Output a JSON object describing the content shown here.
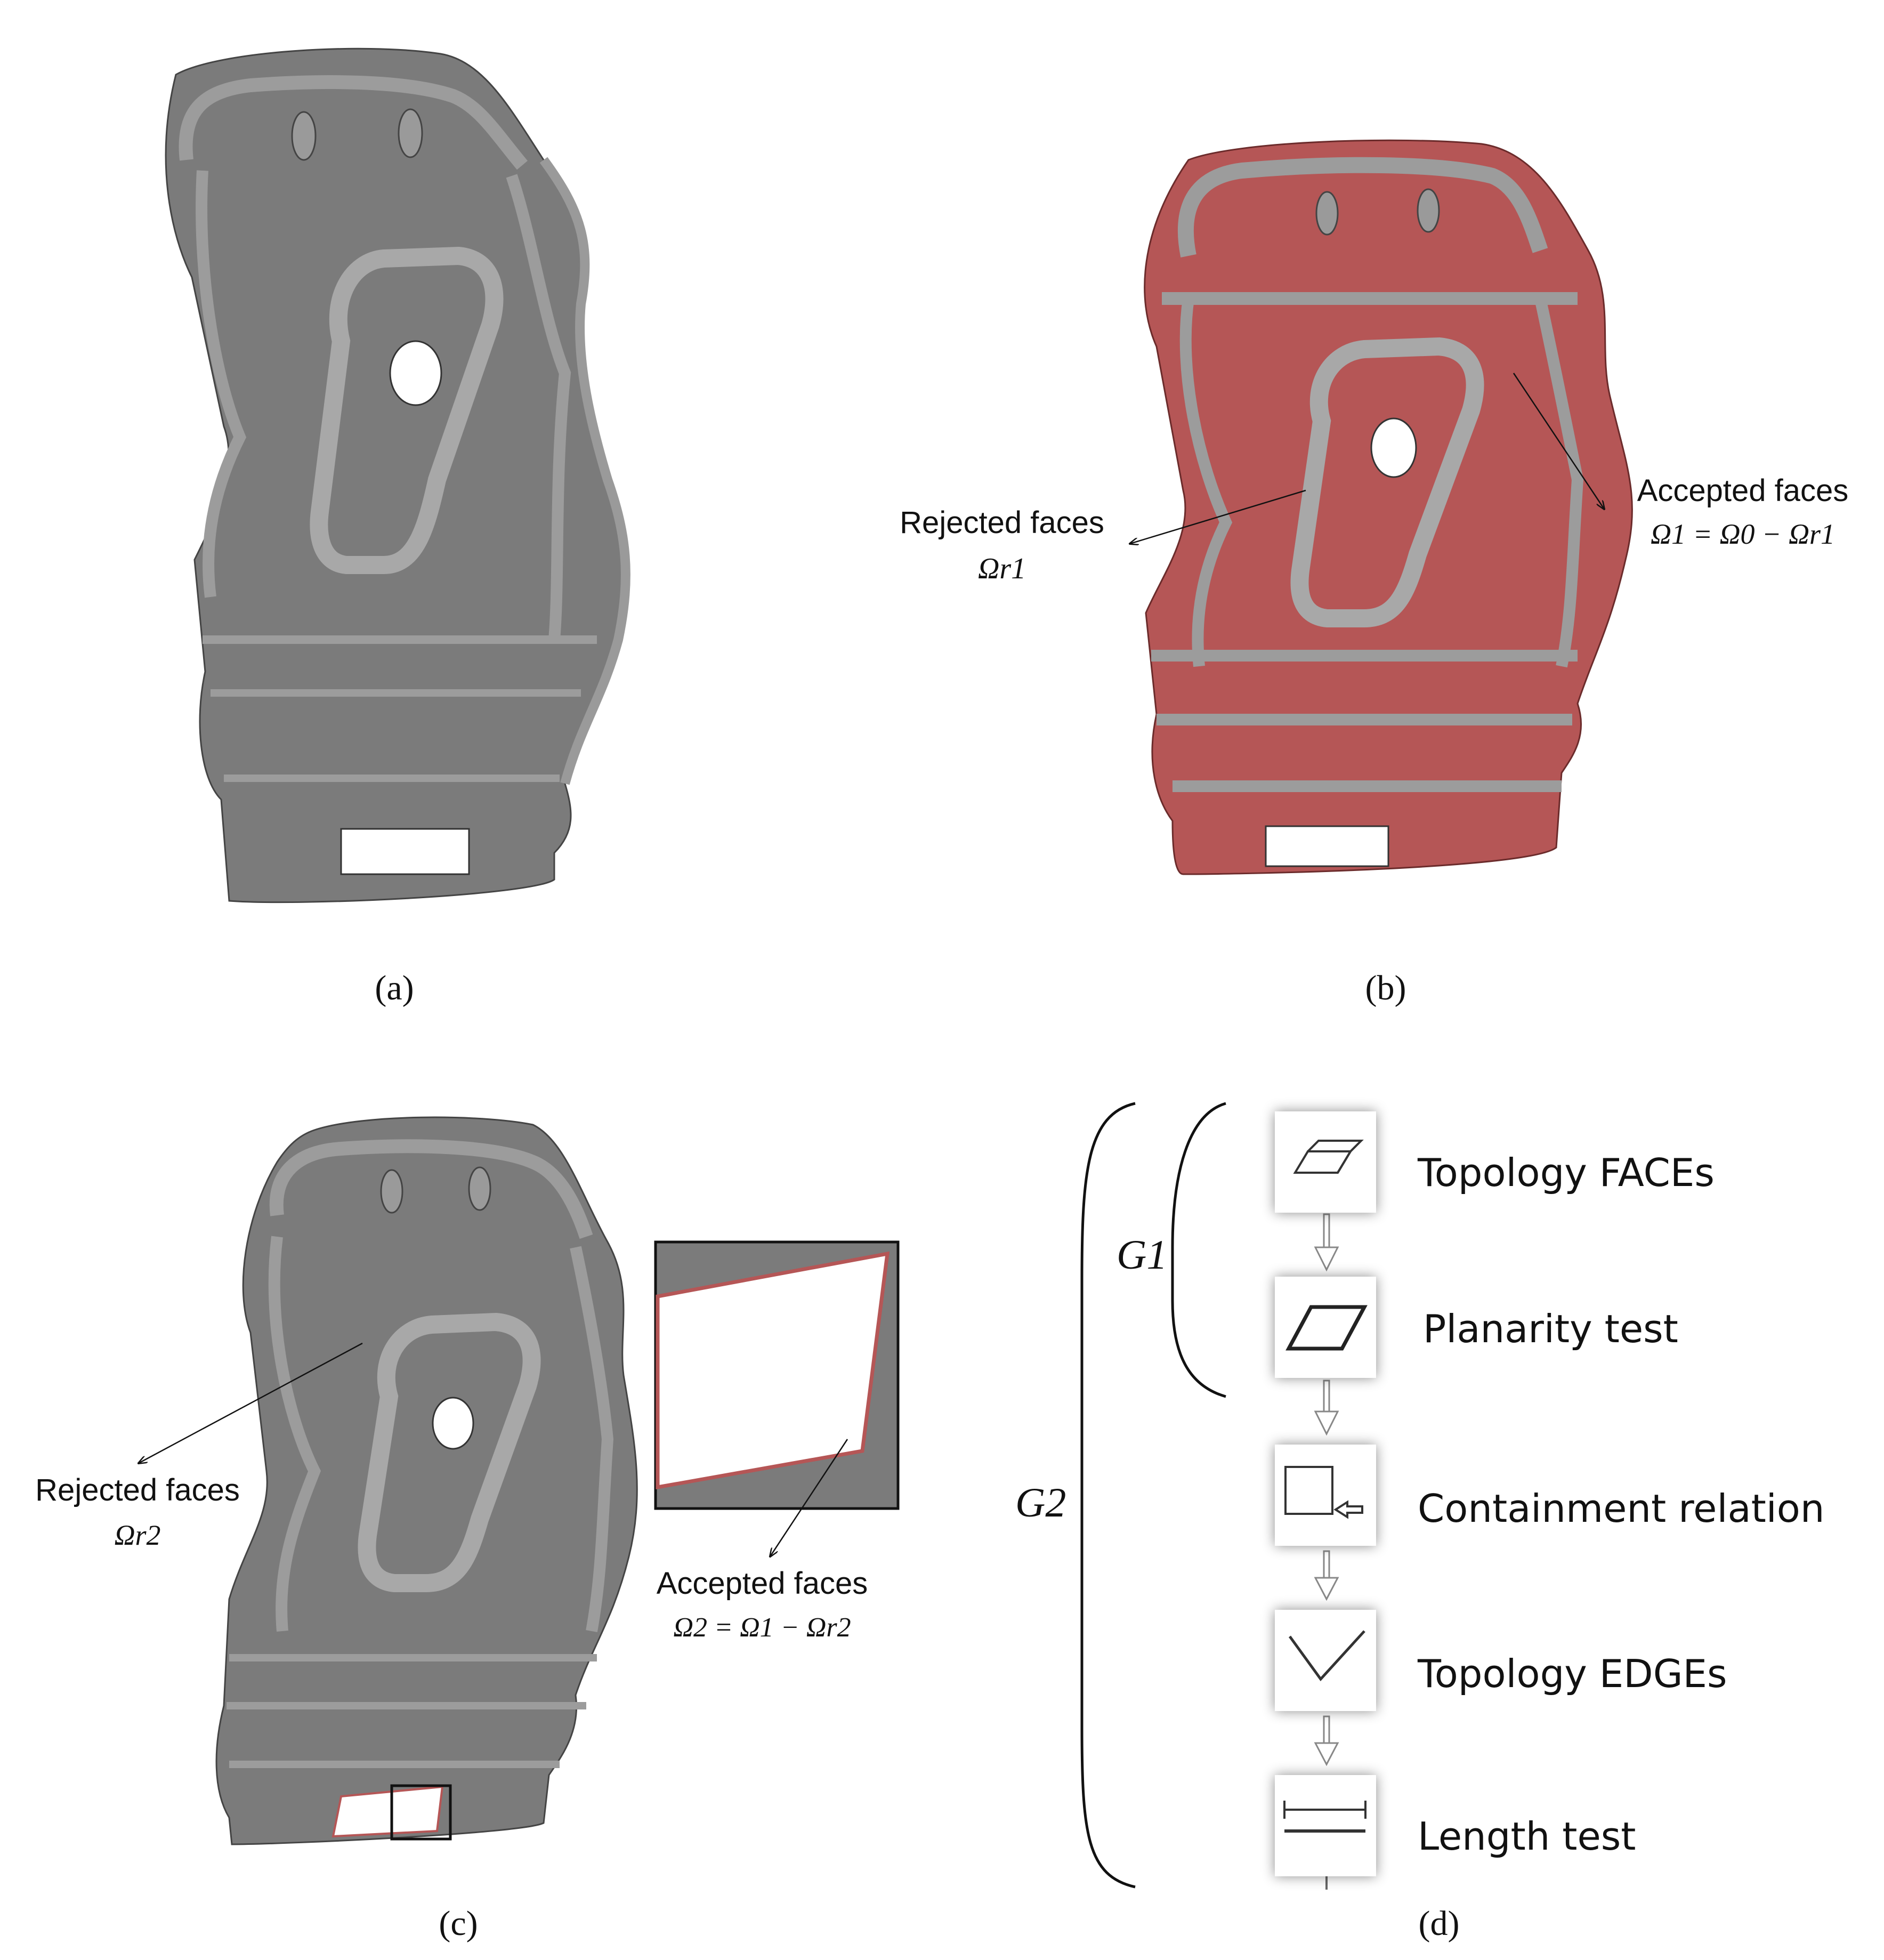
{
  "colors": {
    "part_gray": "#7b7b7b",
    "part_gray_dark": "#5f5f5f",
    "accepted_red": "#b55656",
    "edge_line": "#333333"
  },
  "panels": {
    "a": {
      "caption": "(a)"
    },
    "b": {
      "caption": "(b)",
      "rejected_label": "Rejected faces",
      "rejected_symbol": "Ωr1",
      "accepted_label": "Accepted faces",
      "accepted_formula": "Ω1 = Ω0 − Ωr1"
    },
    "c": {
      "caption": "(c)",
      "rejected_label": "Rejected faces",
      "rejected_symbol": "Ωr2",
      "accepted_label": "Accepted faces",
      "accepted_formula": "Ω2 = Ω1 − Ωr2"
    },
    "d": {
      "caption": "(d)",
      "group_inner": "G1",
      "group_outer": "G2",
      "steps": [
        {
          "icon": "face-parallelogram-icon",
          "label": "Topology FACEs"
        },
        {
          "icon": "planarity-parallelogram-icon",
          "label": "Planarity test"
        },
        {
          "icon": "containment-square-arrow-icon",
          "label": "Containment relation"
        },
        {
          "icon": "edges-v-shape-icon",
          "label": "Topology EDGEs"
        },
        {
          "icon": "length-bracket-icon",
          "label": "Length test"
        }
      ]
    }
  }
}
